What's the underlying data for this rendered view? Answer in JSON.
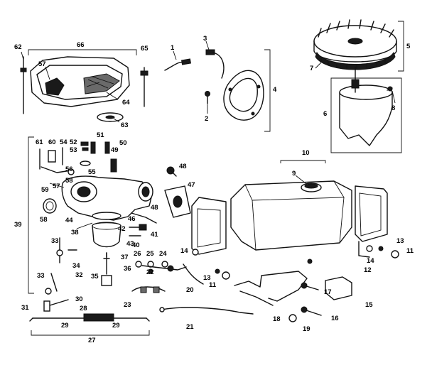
{
  "diagram": {
    "callouts": [
      {
        "id": "c1",
        "text": "1"
      },
      {
        "id": "c2",
        "text": "2"
      },
      {
        "id": "c3",
        "text": "3"
      },
      {
        "id": "c4",
        "text": "4"
      },
      {
        "id": "c5",
        "text": "5"
      },
      {
        "id": "c6",
        "text": "6"
      },
      {
        "id": "c7",
        "text": "7"
      },
      {
        "id": "c8",
        "text": "8"
      },
      {
        "id": "c9",
        "text": "9"
      },
      {
        "id": "c10",
        "text": "10"
      },
      {
        "id": "c11a",
        "text": "11"
      },
      {
        "id": "c11b",
        "text": "11"
      },
      {
        "id": "c12",
        "text": "12"
      },
      {
        "id": "c13a",
        "text": "13"
      },
      {
        "id": "c13b",
        "text": "13"
      },
      {
        "id": "c14a",
        "text": "14"
      },
      {
        "id": "c14b",
        "text": "14"
      },
      {
        "id": "c15",
        "text": "15"
      },
      {
        "id": "c16",
        "text": "16"
      },
      {
        "id": "c17",
        "text": "17"
      },
      {
        "id": "c18",
        "text": "18"
      },
      {
        "id": "c19",
        "text": "19"
      },
      {
        "id": "c20",
        "text": "20"
      },
      {
        "id": "c21",
        "text": "21"
      },
      {
        "id": "c22",
        "text": "22"
      },
      {
        "id": "c23",
        "text": "23"
      },
      {
        "id": "c24",
        "text": "24"
      },
      {
        "id": "c25",
        "text": "25"
      },
      {
        "id": "c26",
        "text": "26"
      },
      {
        "id": "c27",
        "text": "27"
      },
      {
        "id": "c28",
        "text": "28"
      },
      {
        "id": "c29a",
        "text": "29"
      },
      {
        "id": "c29b",
        "text": "29"
      },
      {
        "id": "c30",
        "text": "30"
      },
      {
        "id": "c31",
        "text": "31"
      },
      {
        "id": "c32",
        "text": "32"
      },
      {
        "id": "c33a",
        "text": "33"
      },
      {
        "id": "c33b",
        "text": "33"
      },
      {
        "id": "c34",
        "text": "34"
      },
      {
        "id": "c35",
        "text": "35"
      },
      {
        "id": "c36",
        "text": "36"
      },
      {
        "id": "c37",
        "text": "37"
      },
      {
        "id": "c38",
        "text": "38"
      },
      {
        "id": "c39",
        "text": "39"
      },
      {
        "id": "c40",
        "text": "40"
      },
      {
        "id": "c41",
        "text": "41"
      },
      {
        "id": "c42",
        "text": "42"
      },
      {
        "id": "c43",
        "text": "43"
      },
      {
        "id": "c44",
        "text": "44"
      },
      {
        "id": "c46",
        "text": "46"
      },
      {
        "id": "c47",
        "text": "47"
      },
      {
        "id": "c48a",
        "text": "48"
      },
      {
        "id": "c48b",
        "text": "48"
      },
      {
        "id": "c49",
        "text": "49"
      },
      {
        "id": "c50",
        "text": "50"
      },
      {
        "id": "c51",
        "text": "51"
      },
      {
        "id": "c52",
        "text": "52"
      },
      {
        "id": "c53",
        "text": "53"
      },
      {
        "id": "c54",
        "text": "54"
      },
      {
        "id": "c55",
        "text": "55"
      },
      {
        "id": "c56",
        "text": "56"
      },
      {
        "id": "c57a",
        "text": "57"
      },
      {
        "id": "c57b",
        "text": "57"
      },
      {
        "id": "c58a",
        "text": "58"
      },
      {
        "id": "c58b",
        "text": "58"
      },
      {
        "id": "c59",
        "text": "59"
      },
      {
        "id": "c60",
        "text": "60"
      },
      {
        "id": "c61",
        "text": "61"
      },
      {
        "id": "c62",
        "text": "62"
      },
      {
        "id": "c63",
        "text": "63"
      },
      {
        "id": "c64",
        "text": "64"
      },
      {
        "id": "c65",
        "text": "65"
      },
      {
        "id": "c66",
        "text": "66"
      }
    ]
  }
}
